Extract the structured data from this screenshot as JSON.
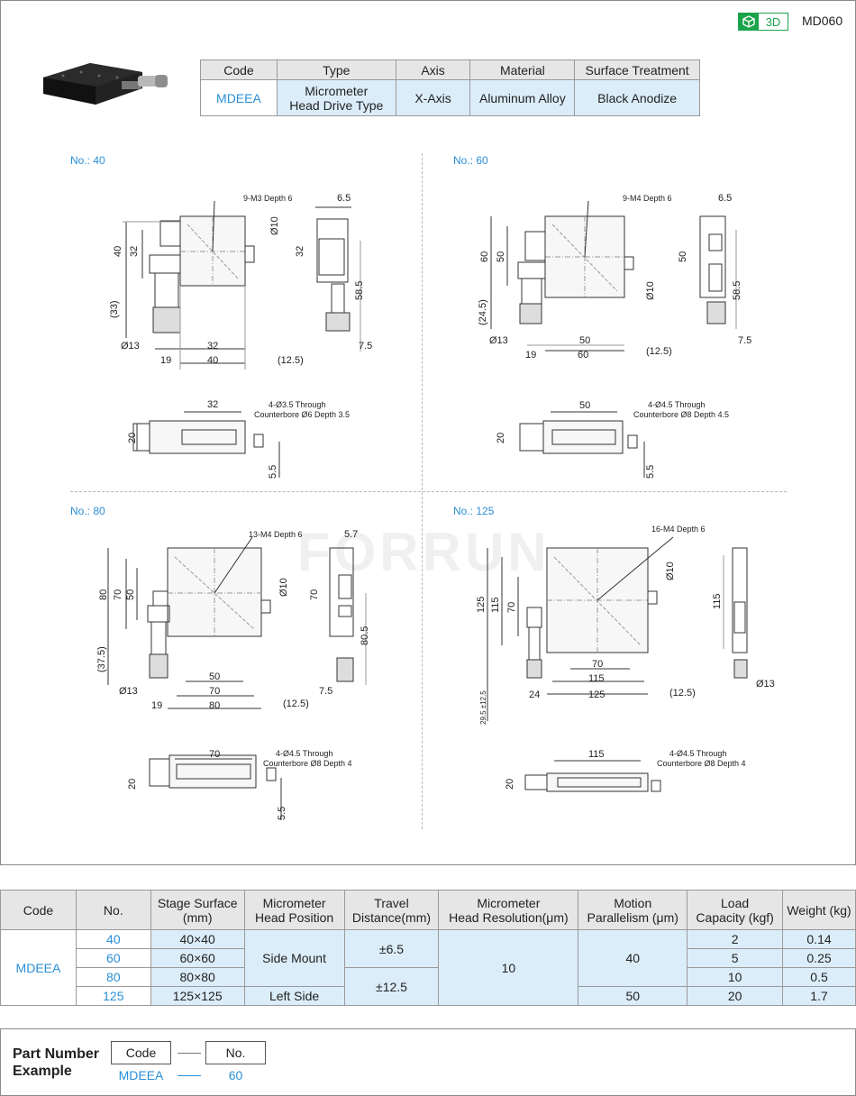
{
  "header": {
    "badge_label": "3D",
    "model_code": "MD060"
  },
  "top_table": {
    "headers": [
      "Code",
      "Type",
      "Axis",
      "Material",
      "Surface Treatment"
    ],
    "code": "MDEEA",
    "type_line1": "Micrometer",
    "type_line2": "Head Drive Type",
    "axis": "X-Axis",
    "material": "Aluminum Alloy",
    "surface": "Black Anodize"
  },
  "drawings": {
    "no40": {
      "label": "No.: 40",
      "hole_note": "9-M3 Depth 6",
      "through_note1": "4-Ø3.5 Through",
      "through_note2": "Counterbore Ø6 Depth 3.5",
      "dims": [
        "6.5",
        "Ø10",
        "40",
        "32",
        "32",
        "58.5",
        "(33)",
        "Ø13",
        "32",
        "19",
        "40",
        "(12.5)",
        "7.5",
        "32",
        "20",
        "5.5"
      ]
    },
    "no60": {
      "label": "No.: 60",
      "hole_note": "9-M4 Depth 6",
      "through_note1": "4-Ø4.5 Through",
      "through_note2": "Counterbore Ø8 Depth 4.5",
      "dims": [
        "6.5",
        "60",
        "50",
        "50",
        "Ø10",
        "58.5",
        "(24.5)",
        "Ø13",
        "50",
        "19",
        "60",
        "(12.5)",
        "7.5",
        "50",
        "20",
        "5.5"
      ]
    },
    "no80": {
      "label": "No.: 80",
      "hole_note": "13-M4 Depth 6",
      "through_note1": "4-Ø4.5 Through",
      "through_note2": "Counterbore Ø8 Depth 4",
      "dims": [
        "5.7",
        "Ø10",
        "80",
        "70",
        "50",
        "70",
        "80.5",
        "(37.5)",
        "Ø13",
        "50",
        "70",
        "19",
        "80",
        "(12.5)",
        "7.5",
        "70",
        "20",
        "5.5"
      ]
    },
    "no125": {
      "label": "No.: 125",
      "hole_note": "16-M4 Depth 6",
      "through_note1": "4-Ø4.5 Through",
      "through_note2": "Counterbore Ø8 Depth 4",
      "dims": [
        "Ø10",
        "125",
        "115",
        "70",
        "115",
        "70",
        "115",
        "24",
        "125",
        "(12.5)",
        "Ø13",
        "29.5 ±12.5",
        "115",
        "20"
      ]
    },
    "watermark": "FORRUN"
  },
  "bottom_table": {
    "headers": {
      "code": "Code",
      "no": "No.",
      "stage_l1": "Stage Surface",
      "stage_l2": "(mm)",
      "head_l1": "Micrometer",
      "head_l2": "Head Position",
      "travel_l1": "Travel",
      "travel_l2": "Distance(mm)",
      "res_l1": "Micrometer",
      "res_l2": "Head Resolution(μm)",
      "par_l1": "Motion",
      "par_l2": "Parallelism (μm)",
      "load_l1": "Load",
      "load_l2": "Capacity (kgf)",
      "weight": "Weight (kg)"
    },
    "code": "MDEEA",
    "rows": [
      {
        "no": "40",
        "stage": "40×40",
        "load": "2",
        "weight": "0.14"
      },
      {
        "no": "60",
        "stage": "60×60",
        "load": "5",
        "weight": "0.25"
      },
      {
        "no": "80",
        "stage": "80×80",
        "load": "10",
        "weight": "0.5"
      },
      {
        "no": "125",
        "stage": "125×125",
        "load": "20",
        "weight": "1.7"
      }
    ],
    "head_side": "Side Mount",
    "head_left": "Left Side",
    "travel_small": "±6.5",
    "travel_large": "±12.5",
    "resolution": "10",
    "parallel_a": "40",
    "parallel_b": "50"
  },
  "part_number": {
    "title_line1": "Part Number",
    "title_line2": "Example",
    "code_label": "Code",
    "no_label": "No.",
    "code_value": "MDEEA",
    "no_value": "60"
  }
}
